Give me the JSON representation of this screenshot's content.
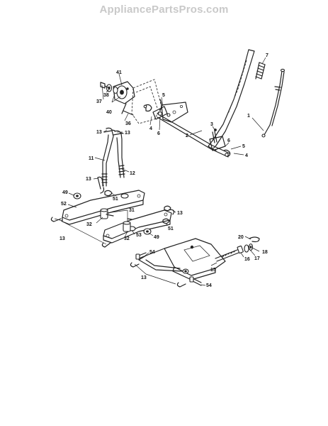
{
  "header": {
    "watermark": "AppliancePartsPros.com"
  },
  "callouts": [
    {
      "id": "c1",
      "text": "1"
    },
    {
      "id": "c2",
      "text": "2"
    },
    {
      "id": "c3",
      "text": "3"
    },
    {
      "id": "c4a",
      "text": "4"
    },
    {
      "id": "c4b",
      "text": "4"
    },
    {
      "id": "c5a",
      "text": "5"
    },
    {
      "id": "c5b",
      "text": "5"
    },
    {
      "id": "c6a",
      "text": "6"
    },
    {
      "id": "c6b",
      "text": "6"
    },
    {
      "id": "c7",
      "text": "7"
    },
    {
      "id": "c11",
      "text": "11"
    },
    {
      "id": "c12",
      "text": "12"
    },
    {
      "id": "c13a",
      "text": "13"
    },
    {
      "id": "c13b",
      "text": "13"
    },
    {
      "id": "c13c",
      "text": "13"
    },
    {
      "id": "c13d",
      "text": "13"
    },
    {
      "id": "c13e",
      "text": "13"
    },
    {
      "id": "c13f",
      "text": "13"
    },
    {
      "id": "c15",
      "text": "15"
    },
    {
      "id": "c16",
      "text": "16"
    },
    {
      "id": "c17",
      "text": "17"
    },
    {
      "id": "c18",
      "text": "18"
    },
    {
      "id": "c20",
      "text": "20"
    },
    {
      "id": "c31",
      "text": "31"
    },
    {
      "id": "c32a",
      "text": "32"
    },
    {
      "id": "c32b",
      "text": "32"
    },
    {
      "id": "c36",
      "text": "36"
    },
    {
      "id": "c37",
      "text": "37"
    },
    {
      "id": "c38",
      "text": "38"
    },
    {
      "id": "c40",
      "text": "40"
    },
    {
      "id": "c41",
      "text": "41"
    },
    {
      "id": "c49a",
      "text": "49"
    },
    {
      "id": "c49b",
      "text": "49"
    },
    {
      "id": "c51a",
      "text": "51"
    },
    {
      "id": "c51b",
      "text": "51"
    },
    {
      "id": "c52",
      "text": "52"
    },
    {
      "id": "c53",
      "text": "53"
    },
    {
      "id": "c54a",
      "text": "54"
    },
    {
      "id": "c54b",
      "text": "54"
    }
  ]
}
